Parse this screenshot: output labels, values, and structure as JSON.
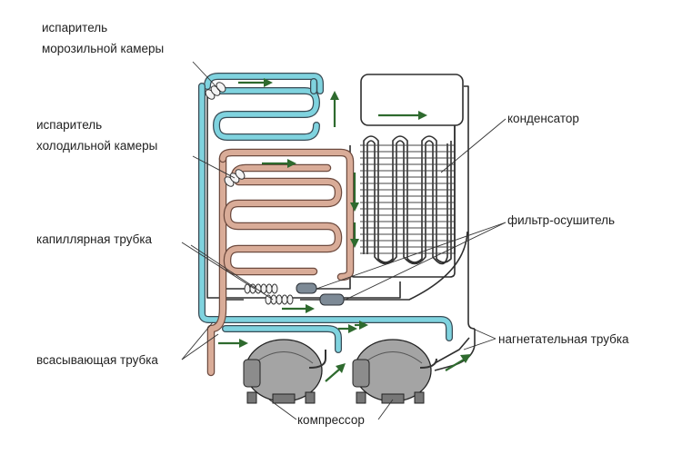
{
  "labels": {
    "freezer_evaporator_1": "испаритель",
    "freezer_evaporator_2": "морозильной камеры",
    "fridge_evaporator_1": "испаритель",
    "fridge_evaporator_2": "холодильной камеры",
    "capillary_tube": "капиллярная трубка",
    "suction_tube": "всасывающая трубка",
    "condenser": "конденсатор",
    "filter_drier": "фильтр-осушитель",
    "discharge_tube": "нагнетательная трубка",
    "compressor": "компрессор"
  },
  "colors": {
    "suction_tube": "#7fd3df",
    "fridge_evaporator": "#d9ac98",
    "flow_arrows": "#2e6a2e",
    "compressor": "#9a9a9a"
  },
  "icons": [
    "flow-arrow-icon",
    "compressor-icon",
    "filter-drier-icon",
    "capillary-coil-icon"
  ]
}
